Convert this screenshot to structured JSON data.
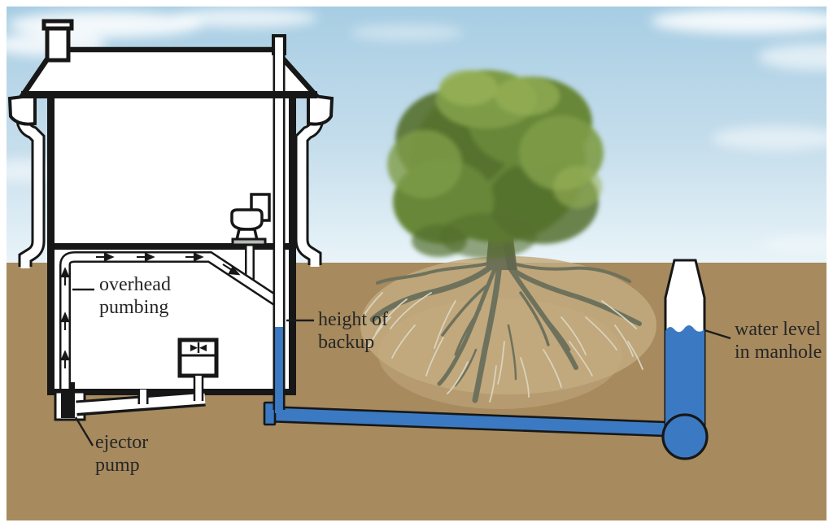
{
  "diagram": {
    "description": "Cross-section of a house with ejector pump and overhead plumbing, sewer lateral running past tree roots to a manhole",
    "labels": {
      "overhead_plumbing": {
        "line1": "overhead",
        "line2": "pumbing"
      },
      "height_of_backup": {
        "line1": "height of",
        "line2": "backup"
      },
      "ejector_pump": {
        "line1": "ejector",
        "line2": "pump"
      },
      "water_level": {
        "line1": "water level",
        "line2": "in manhole"
      }
    }
  },
  "colors": {
    "sky-top": "#a7cde3",
    "sky-bottom": "#e9f4f9",
    "ground": "#a78a5e",
    "root-patch": "#c2aa7f",
    "pipe-blue": "#3b7ac3",
    "outline": "#171717",
    "leaf-dark": "#55702e",
    "leaf-mid": "#678739",
    "leaf-light": "#7e9c47",
    "leaf-hl": "#97b156",
    "trunk": "#6e7158",
    "root-dark": "#6e725c",
    "root-light": "#d9d3bd",
    "text-color": "#262626",
    "toilet-grey": "#b7bbb7"
  }
}
